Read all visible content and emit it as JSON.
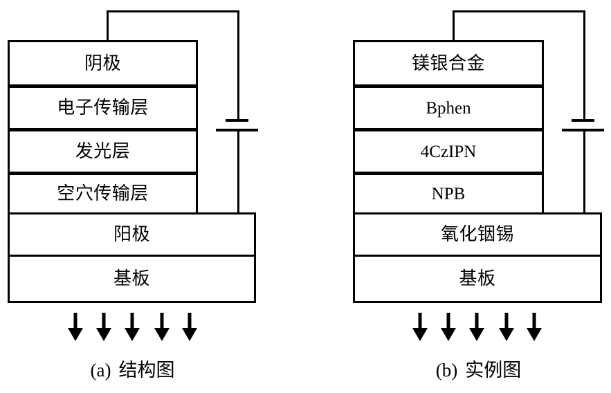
{
  "figure": {
    "title": "OLED device structure and example",
    "background_color": "#ffffff",
    "line_color": "#000000"
  },
  "panels": [
    {
      "id": "panel-a",
      "caption": "(a) 结构图",
      "caption_prefix": "(a)",
      "caption_text": "结构图",
      "layers": [
        {
          "name": "cathode",
          "label": "阴极",
          "script": "han",
          "width": "narrow"
        },
        {
          "name": "electron-transport",
          "label": "电子传输层",
          "script": "han",
          "width": "narrow"
        },
        {
          "name": "emissive",
          "label": "发光层",
          "script": "han",
          "width": "narrow"
        },
        {
          "name": "hole-transport",
          "label": "空穴传输层",
          "script": "han",
          "width": "narrow"
        },
        {
          "name": "anode",
          "label": "阳极",
          "script": "han",
          "width": "wide"
        },
        {
          "name": "substrate",
          "label": "基板",
          "script": "han",
          "width": "wide"
        }
      ],
      "emission_arrows": 5,
      "power_source": {
        "symbol": "battery",
        "polarity_top": "negative",
        "polarity_bottom": "positive"
      }
    },
    {
      "id": "panel-b",
      "caption": "(b) 实例图",
      "caption_prefix": "(b)",
      "caption_text": "实例图",
      "layers": [
        {
          "name": "cathode",
          "label": "镁银合金",
          "script": "han",
          "width": "narrow"
        },
        {
          "name": "electron-transport",
          "label": "Bphen",
          "script": "latin",
          "width": "narrow"
        },
        {
          "name": "emissive",
          "label": "4CzIPN",
          "script": "latin",
          "width": "narrow"
        },
        {
          "name": "hole-transport",
          "label": "NPB",
          "script": "latin",
          "width": "narrow"
        },
        {
          "name": "anode",
          "label": "氧化铟锡",
          "script": "han",
          "width": "wide"
        },
        {
          "name": "substrate",
          "label": "基板",
          "script": "han",
          "width": "wide"
        }
      ],
      "emission_arrows": 5,
      "power_source": {
        "symbol": "battery",
        "polarity_top": "negative",
        "polarity_bottom": "positive"
      }
    }
  ]
}
